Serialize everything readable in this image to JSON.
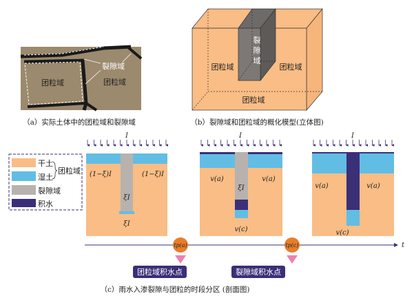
{
  "panel_a": {
    "labels": {
      "crack": "裂隙域",
      "agg1": "团粒域",
      "agg2": "团粒域"
    },
    "caption": "（a）实际土体中的团粒域和裂隙域"
  },
  "panel_b": {
    "labels": {
      "crack": [
        "裂",
        "隙",
        "域"
      ],
      "left": "团粒域",
      "right": "团粒域",
      "bottom": "团粒域"
    },
    "caption": "（b）裂隙域和团粒域的概化模型(立体图)"
  },
  "legend": {
    "items": [
      {
        "label": "干土",
        "color": "#F9BD85"
      },
      {
        "label": "湿土",
        "color": "#62BDE5"
      },
      {
        "label": "裂隙域",
        "color": "#B8B2AE"
      },
      {
        "label": "积水",
        "color": "#3B2F78"
      }
    ],
    "group_label": "团粒域"
  },
  "stage1": {
    "rain": "I",
    "left": "(1−ξ)I",
    "right": "(1−ξ)I",
    "crack": "ξI",
    "bottom": "ξI"
  },
  "stage2": {
    "rain": "I",
    "left": "v(a)",
    "right": "v(a)",
    "crack": "ξI",
    "bottom": "v(c)"
  },
  "stage3": {
    "rain": "I",
    "left": "v(a)",
    "right": "v(a)",
    "bottom": "v(c)"
  },
  "timeline": {
    "axis": "t",
    "points": [
      {
        "label": "tp(a)",
        "tag": "团粒域积水点"
      },
      {
        "label": "tp(c)",
        "tag": "裂隙域积水点"
      }
    ]
  },
  "caption_c": "（c）雨水入渗裂隙与团粒的时段分区 (剖面图)",
  "colors": {
    "dry": "#F9BD85",
    "wet": "#62BDE5",
    "crack": "#B8B2AE",
    "pond": "#3B2F78",
    "marker": "#E87E2A",
    "triangle": "#F07FAE"
  }
}
